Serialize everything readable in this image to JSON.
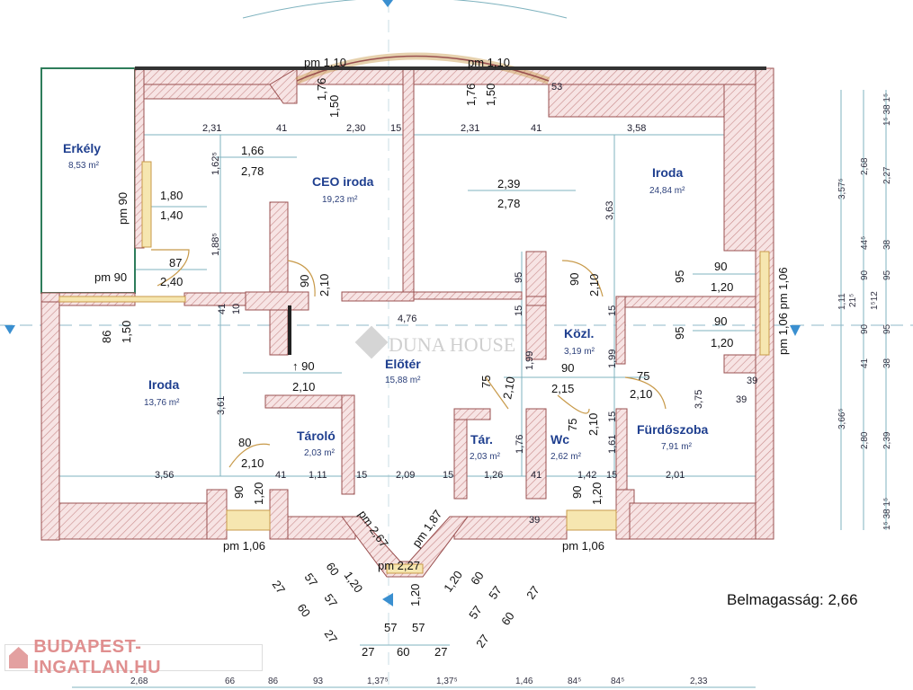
{
  "rooms": [
    {
      "name": "Erkély",
      "area": "8,53 m²"
    },
    {
      "name": "CEO iroda",
      "area": "19,23 m²"
    },
    {
      "name": "Iroda",
      "area": "24,84 m²"
    },
    {
      "name": "Iroda",
      "area": "13,76 m²"
    },
    {
      "name": "Tároló",
      "area": "2,03 m²"
    },
    {
      "name": "Előtér",
      "area": "15,88 m²"
    },
    {
      "name": "Közl.",
      "area": "3,19 m²"
    },
    {
      "name": "Tár.",
      "area": "2,03 m²"
    },
    {
      "name": "Wc",
      "area": "2,62 m²"
    },
    {
      "name": "Fürdőszoba",
      "area": "7,91 m²"
    }
  ],
  "ceiling_height": "Belmagasság: 2,66",
  "watermarks": {
    "budapest": "BUDAPEST-INGATLAN.HU",
    "duna": "DUNA HOUSE"
  },
  "colors": {
    "wall_hatch": "#c98b8b",
    "wall_fill": "#f7e4e4",
    "room_label": "#1f3f8f",
    "dimension_line": "#7fb3bf",
    "balcony_border": "#2e7d5b",
    "section_marker": "#3a8fd0"
  },
  "dims": [
    "pm 1,10",
    "pm 1,10",
    "1,76",
    "1,50",
    "1,76",
    "1,50",
    "53",
    "2,31",
    "41",
    "2,30",
    "15",
    "1,66",
    "2,78",
    "1,62⁵",
    "1,80",
    "1,40",
    "pm 90",
    "87",
    "2,40",
    "pm 90",
    "1,88⁵",
    "90",
    "2,10",
    "41",
    "10",
    "2,31",
    "41",
    "3,58",
    "2,39",
    "2,78",
    "3,63",
    "95",
    "90",
    "2,10",
    "95",
    "90",
    "1,20",
    "95",
    "90",
    "1,20",
    "pm 1,06 pm 1,06",
    "39",
    "86",
    "1,50",
    "3,61",
    "↑ 90",
    "2,10",
    "80",
    "2,10",
    "3,56",
    "41",
    "1,11",
    "15",
    "2,09",
    "15",
    "1,26",
    "41",
    "1,42",
    "15",
    "2,01",
    "90",
    "1,20",
    "90",
    "1,20",
    "pm 1,06",
    "pm 1,06",
    "4,76",
    "1,99",
    "1,99",
    "15",
    "15",
    "90",
    "2,15",
    "75",
    "2,10",
    "75",
    "2,10",
    "75",
    "2,10",
    "1,76",
    "1,61",
    "3,75",
    "15",
    "pm 2,67",
    "pm 1,87",
    "pm 2,27",
    "60",
    "1,20",
    "1,20",
    "1,20",
    "60",
    "57",
    "57",
    "27",
    "60",
    "27",
    "57",
    "57",
    "27",
    "60",
    "27",
    "57",
    "57",
    "27",
    "60",
    "27",
    "39",
    "39"
  ],
  "right_dims": [
    "3,57⁵",
    "1,11",
    "3,66⁵",
    "2,68",
    "44⁵",
    "90",
    "21⁵",
    "90",
    "41",
    "2,80",
    "2,27",
    "38",
    "95",
    "95",
    "1⁵12",
    "38",
    "2,39",
    "1⁵ 38 1⁵",
    "1⁵ 38 1⁵"
  ],
  "bottom_dims": [
    "2,68",
    "66",
    "86",
    "93",
    "1,37⁵",
    "1,37⁵",
    "1,46",
    "84⁵",
    "84⁵",
    "2,33"
  ]
}
